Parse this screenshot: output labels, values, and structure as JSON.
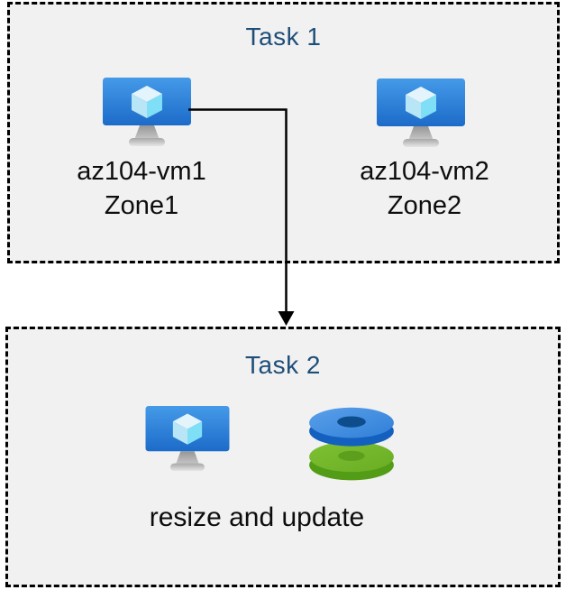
{
  "colors": {
    "box_fill": "#f1f1f1",
    "box_border": "#000000",
    "title_text": "#1f4e79",
    "body_text": "#0d0d0d",
    "connector": "#000000",
    "vm_screen_top": "#459ae8",
    "vm_screen_bottom": "#1c6bc9",
    "cube_top": "#e3f4fc",
    "cube_left": "#b9e6f6",
    "cube_right": "#7fdff6",
    "disk_blue_top": "#4a90e2",
    "disk_blue_side": "#1460bf",
    "disk_blue_hole": "#0e4d8c",
    "disk_green_top": "#74b72c",
    "disk_green_side": "#539c15",
    "disk_green_hole": "#5c9f1d"
  },
  "task1": {
    "title": "Task 1",
    "vms": [
      {
        "name": "az104-vm1",
        "zone": "Zone1"
      },
      {
        "name": "az104-vm2",
        "zone": "Zone2"
      }
    ]
  },
  "task2": {
    "title": "Task 2",
    "caption": "resize and update"
  },
  "connector": {
    "from": "az104-vm1",
    "to": "Task 2",
    "style": "elbow-arrow"
  }
}
